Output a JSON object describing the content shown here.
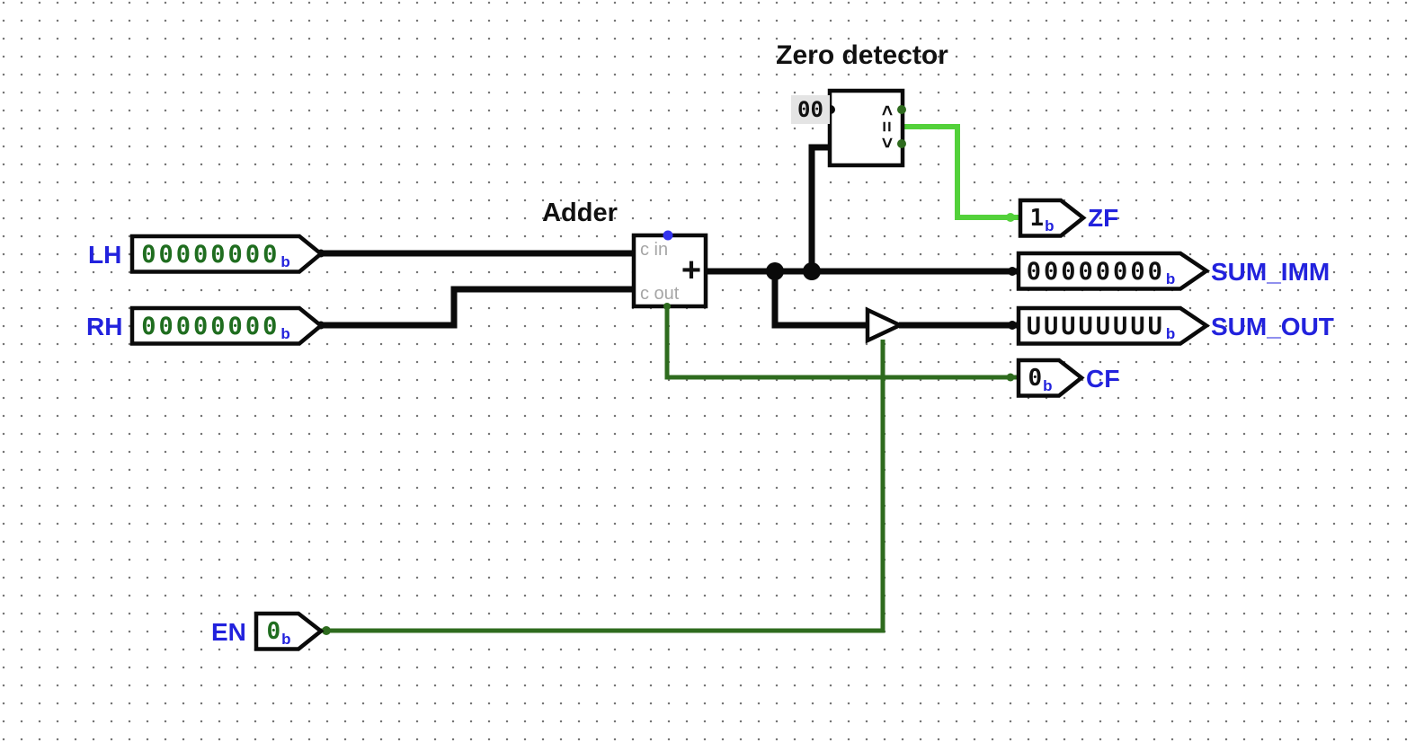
{
  "titles": {
    "zero_detector": "Zero detector",
    "adder": "Adder"
  },
  "adder": {
    "c_in_label": "c in",
    "c_out_label": "c out",
    "plus_symbol": "+"
  },
  "zero_detector": {
    "constant_value": "00",
    "output_gt": ">",
    "output_eq": "=",
    "output_lt": "<"
  },
  "inputs": {
    "lh": {
      "label": "LH",
      "value": "00000000",
      "radix": "b"
    },
    "rh": {
      "label": "RH",
      "value": "00000000",
      "radix": "b"
    },
    "en": {
      "label": "EN",
      "value": "0",
      "radix": "b"
    }
  },
  "outputs": {
    "zf": {
      "label": "ZF",
      "value": "1",
      "radix": "b"
    },
    "sum_imm": {
      "label": "SUM_IMM",
      "value": "00000000",
      "radix": "b"
    },
    "sum_out": {
      "label": "SUM_OUT",
      "value": "UUUUUUUU",
      "radix": "b"
    },
    "cf": {
      "label": "CF",
      "value": "0",
      "radix": "b"
    }
  },
  "colors": {
    "label_blue": "#2222dd",
    "wire_high_green": "#53d13a",
    "wire_low_green": "#2e6b1e",
    "input_value_green": "#1f6d1f",
    "bus_black": "#0a0a0a",
    "unconnected_pin_blue": "#3333ee"
  }
}
